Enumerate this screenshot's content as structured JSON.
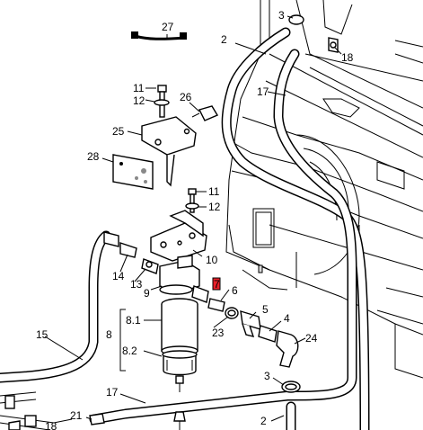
{
  "diagram": {
    "callouts": {
      "c27": "27",
      "c11a": "11",
      "c12a": "12",
      "c26": "26",
      "c25": "25",
      "c28": "28",
      "c11b": "11",
      "c12b": "12",
      "c10": "10",
      "c14": "14",
      "c13": "13",
      "c9": "9",
      "c7": "7",
      "c6": "6",
      "c8_1": "8.1",
      "c8": "8",
      "c8_2": "8.2",
      "c15": "15",
      "c23": "23",
      "c5": "5",
      "c4": "4",
      "c24": "24",
      "c3a": "3",
      "c3b": "3",
      "c2a": "2",
      "c2b": "2",
      "c17a": "17",
      "c17b": "17",
      "c18a": "18",
      "c18b": "18",
      "c21": "21"
    },
    "highlight_color": "#e8202a"
  }
}
